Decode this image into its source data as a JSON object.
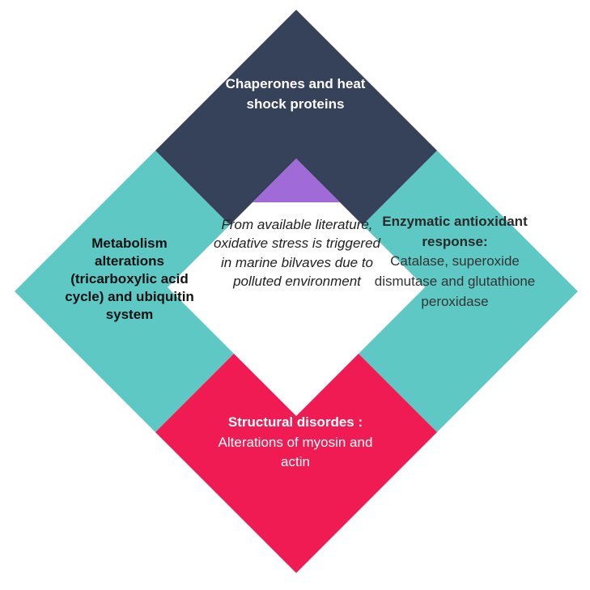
{
  "colors": {
    "top": "#36415a",
    "left": "#5ec9c4",
    "right": "#5ec9c4",
    "bottom": "#ef1b52",
    "center": "#ffffff",
    "triangle": "#a06bd6"
  },
  "quadrants": {
    "top": {
      "title": "Chaperones and heat shock proteins"
    },
    "left": {
      "title": "Metabolism alterations (tricarboxylic acid cycle) and ubiquitin system"
    },
    "right": {
      "title": "Enzymatic antioxidant response:",
      "body": "Catalase, superoxide dismutase and glutathione peroxidase"
    },
    "bottom": {
      "title": "Structural disordes :",
      "body": "Alterations of myosin and actin"
    }
  },
  "center": {
    "text": "From available literature, oxidative stress is triggered in marine bilvaves due to polluted environment"
  }
}
